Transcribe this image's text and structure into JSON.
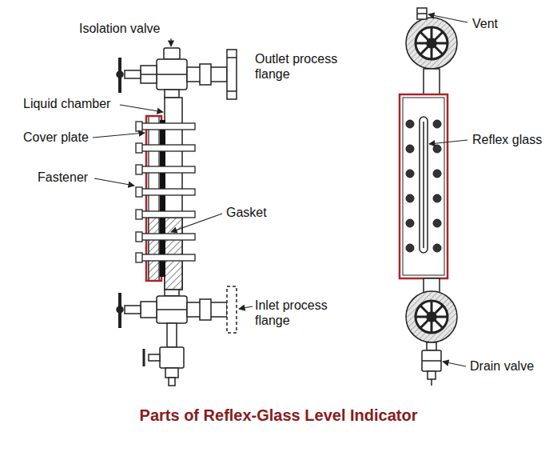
{
  "diagram": {
    "title": "Parts of Reflex-Glass Level Indicator",
    "labels": [
      "Isolation valve",
      "Outlet process flange",
      "Vent",
      "Liquid chamber",
      "Cover plate",
      "Reflex glass",
      "Fastener",
      "Gasket",
      "Inlet process flange",
      "Drain valve"
    ]
  }
}
